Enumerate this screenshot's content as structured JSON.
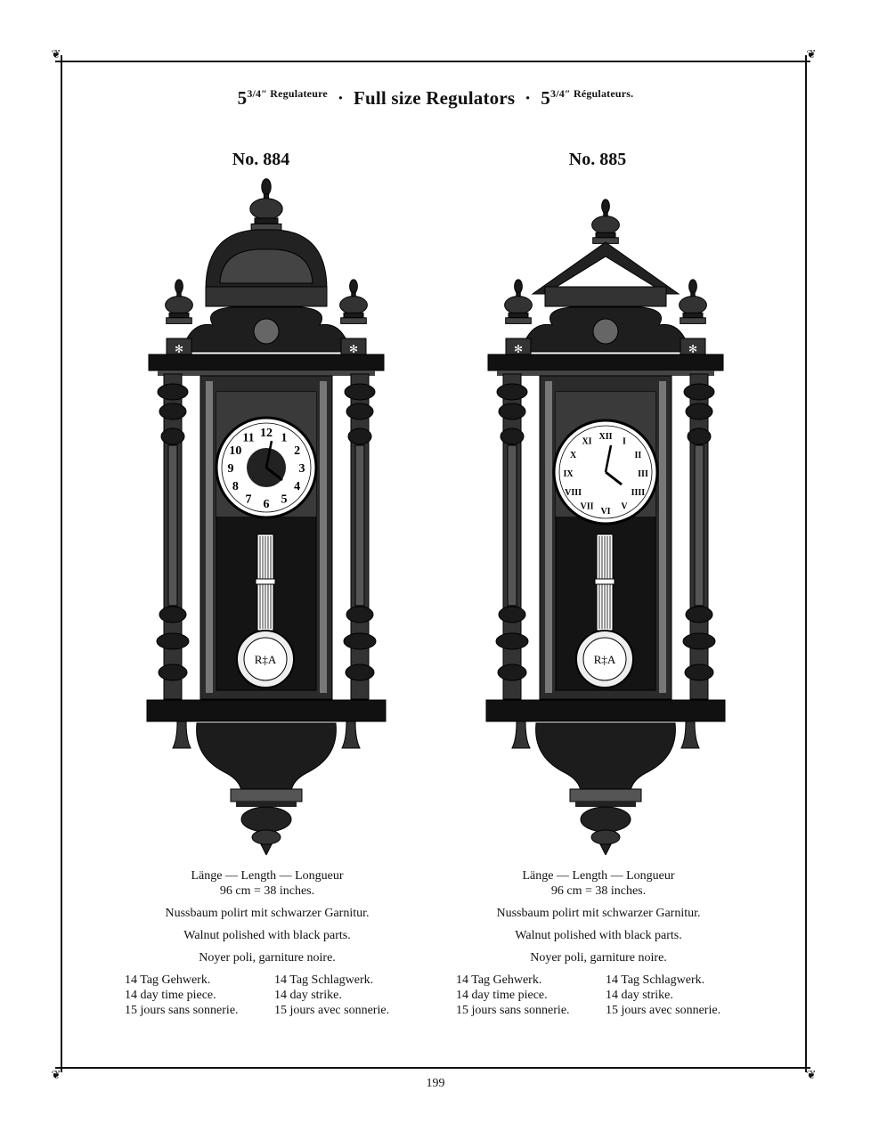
{
  "page": {
    "title": {
      "part1_whole": "5",
      "part1_frac": "3/4″ Regulateure",
      "sep": "·",
      "part2": "Full size Regulators",
      "part3_whole": "5",
      "part3_frac": "3/4″ Régulateurs."
    },
    "page_number": "199"
  },
  "clocks": [
    {
      "model": "No. 884",
      "dial_style": "arabic-dial-icon",
      "length_label": "Länge — Length — Longueur",
      "length_value": "96 cm = 38 inches.",
      "material_de": "Nussbaum polirt mit schwarzer Garnitur.",
      "material_en": "Walnut polished with black parts.",
      "material_fr": "Noyer poli, garniture noire.",
      "spec_left": [
        "14 Tag Gehwerk.",
        "14 day time piece.",
        "15 jours sans sonnerie."
      ],
      "spec_right": [
        "14 Tag Schlagwerk.",
        "14 day strike.",
        "15 jours avec sonnerie."
      ]
    },
    {
      "model": "No. 885",
      "dial_style": "roman-dial-icon",
      "length_label": "Länge — Length — Longueur",
      "length_value": "96 cm = 38 inches.",
      "material_de": "Nussbaum polirt mit schwarzer Garnitur.",
      "material_en": "Walnut polished with black parts.",
      "material_fr": "Noyer poli, garniture noire.",
      "spec_left": [
        "14 Tag Gehwerk.",
        "14 day time piece.",
        "15 jours sans sonnerie."
      ],
      "spec_right": [
        "14 Tag Schlagwerk.",
        "14 day strike.",
        "15 jours avec sonnerie."
      ]
    }
  ]
}
